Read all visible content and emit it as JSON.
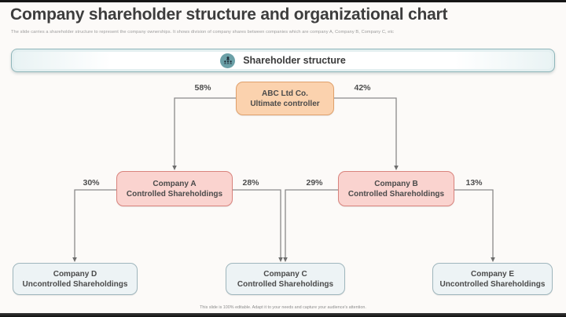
{
  "slide": {
    "title": "Company shareholder structure and organizational chart",
    "subtitle": "The slide carries a shareholder structure to represent the company ownerships. It shows division of company shares between companies which are company A, Company B, Company C, etc",
    "footer": "This slide is 100% editable. Adapt it to your needs and capture your audience's attention."
  },
  "banner": {
    "label": "Shareholder structure",
    "icon": "people-group-icon"
  },
  "org_chart": {
    "nodes": {
      "root": {
        "name": "ABC Ltd Co.",
        "role": "Ultimate controller"
      },
      "company_a": {
        "name": "Company A",
        "role": "Controlled Shareholdings"
      },
      "company_b": {
        "name": "Company B",
        "role": "Controlled Shareholdings"
      },
      "company_c": {
        "name": "Company C",
        "role": "Controlled Shareholdings"
      },
      "company_d": {
        "name": "Company D",
        "role": "Uncontrolled Shareholdings"
      },
      "company_e": {
        "name": "Company E",
        "role": "Uncontrolled Shareholdings"
      }
    },
    "ownership_percentages": {
      "root_to_company_a": "58%",
      "root_to_company_b": "42%",
      "company_a_to_company_d": "30%",
      "company_a_to_company_c": "28%",
      "company_b_to_company_c": "29%",
      "company_b_to_company_e": "13%"
    }
  },
  "colors": {
    "root_node_fill": "#FBD2AE",
    "root_node_border": "#DFA06B",
    "controlled_node_fill": "#FAD3CF",
    "controlled_node_border": "#D9837D",
    "uncontrolled_node_fill": "#EDF3F5",
    "uncontrolled_node_border": "#9FB6BD",
    "banner_border": "#8FB6BA",
    "banner_fill": "#E3EFF0",
    "banner_icon_circle": "#6BA0A7",
    "connector": "#8A8A8A"
  }
}
